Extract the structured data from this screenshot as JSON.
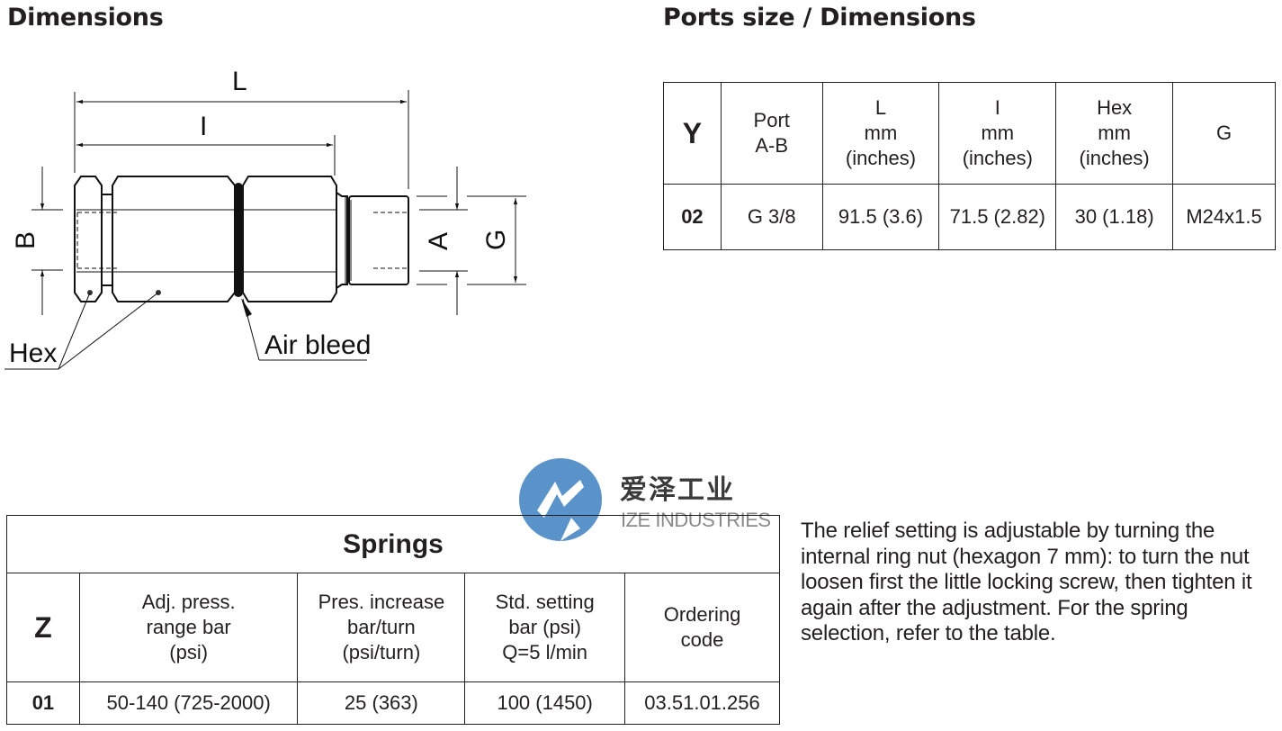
{
  "headings": {
    "dimensions": "Dimensions",
    "ports": "Ports size / Dimensions"
  },
  "drawing": {
    "labels": {
      "L": "L",
      "l": "I",
      "B": "B",
      "A": "A",
      "G": "G",
      "hex": "Hex",
      "air_bleed": "Air bleed"
    }
  },
  "ports_table": {
    "headers": [
      {
        "key": "Y",
        "lines": [
          "Y"
        ]
      },
      {
        "key": "port",
        "lines": [
          "Port",
          "A-B"
        ]
      },
      {
        "key": "L",
        "lines": [
          "L",
          "mm",
          "(inches)"
        ]
      },
      {
        "key": "l",
        "lines": [
          "I",
          "mm",
          "(inches)"
        ]
      },
      {
        "key": "hex",
        "lines": [
          "Hex",
          "mm",
          "(inches)"
        ]
      },
      {
        "key": "G",
        "lines": [
          "G"
        ]
      }
    ],
    "rows": [
      [
        "02",
        "G 3/8",
        "91.5 (3.6)",
        "71.5 (2.82)",
        "30 (1.18)",
        "M24x1.5"
      ]
    ]
  },
  "springs_table": {
    "caption": "Springs",
    "headers": [
      {
        "key": "Z",
        "lines": [
          "Z"
        ]
      },
      {
        "key": "adj_range",
        "lines": [
          "Adj. press.",
          "range bar",
          "(psi)"
        ]
      },
      {
        "key": "pres_increase",
        "lines": [
          "Pres. increase",
          "bar/turn",
          "(psi/turn)"
        ]
      },
      {
        "key": "std_setting",
        "lines": [
          "Std. setting",
          "bar (psi)",
          "Q=5 l/min"
        ]
      },
      {
        "key": "ordering_code",
        "lines": [
          "Ordering",
          "code"
        ]
      }
    ],
    "rows": [
      [
        "01",
        "50-140 (725-2000)",
        "25 (363)",
        "100 (1450)",
        "03.51.01.256"
      ]
    ]
  },
  "note": "The relief setting is adjustable by turning the internal ring nut (hexagon 7 mm): to turn the nut loosen first the little locking screw, then tighten it again after the adjustment. For the spring selection, refer to the table.",
  "watermark": {
    "chinese": "爱泽工业",
    "english": "IZE INDUSTRIES",
    "color": "#3d7fc1"
  }
}
